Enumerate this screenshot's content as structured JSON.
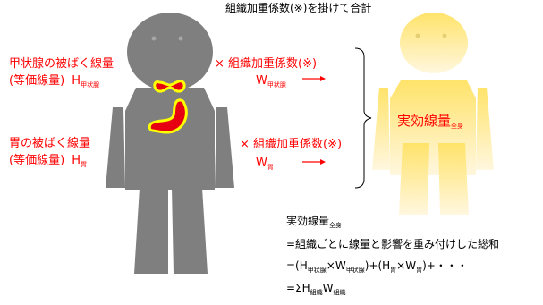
{
  "top_caption": "組織加重係数(※)を掛けて合計",
  "thyroid": {
    "label_line1": "甲状腺の被ばく線量",
    "label_line2": "(等価線量)",
    "h": "H",
    "h_sub": "甲状腺",
    "times_weight": "× 組織加重係数(※)",
    "w": "W",
    "w_sub": "甲状腺"
  },
  "stomach": {
    "label_line1": "胃の被ばく線量",
    "label_line2": "(等価線量)",
    "h": "H",
    "h_sub": "胃",
    "times_weight": "× 組織加重係数(※)",
    "w": "W",
    "w_sub": "胃"
  },
  "effective_dose": {
    "label": "実効線量",
    "sub": "全身"
  },
  "formula": {
    "line1_main": "実効線量",
    "line1_sub": "全身",
    "line2": "=組織ごとに線量と影響を重み付けした総和",
    "line3_open": "=(",
    "line3_h1": "H",
    "line3_h1_sub": "甲状腺",
    "line3_x1": "×",
    "line3_w1": "W",
    "line3_w1_sub": "甲状腺",
    "line3_mid": ")+(",
    "line3_h2": "H",
    "line3_h2_sub": "胃",
    "line3_x2": "×",
    "line3_w2": "W",
    "line3_w2_sub": "胃",
    "line3_end": ")+・・・",
    "line4_prefix": "=ΣH",
    "line4_h_sub": "組織",
    "line4_w": "W",
    "line4_w_sub": "組織"
  },
  "colors": {
    "label_red": "#ff0000",
    "body_gray": "#7f7f7f",
    "organ_fill": "#e60012",
    "organ_outline": "#ffff00",
    "glow_top": "#ffe36a",
    "glow_bottom": "#fff7df"
  }
}
